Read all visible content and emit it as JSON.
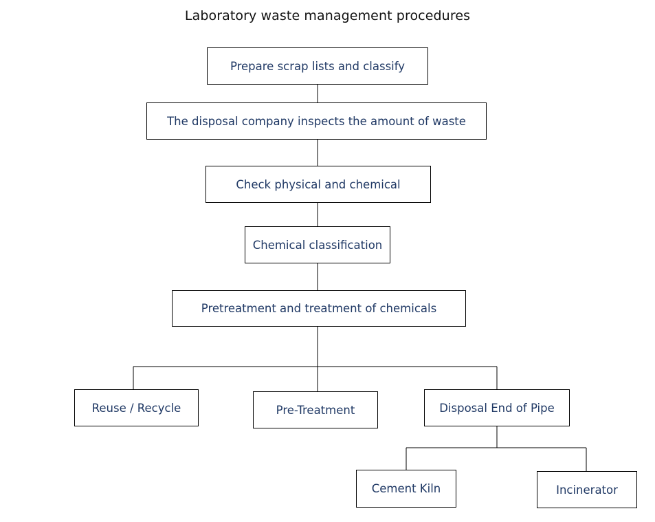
{
  "title": "Laboratory waste management procedures",
  "nodes": {
    "prepare": "Prepare scrap lists and classify",
    "inspect": "The disposal company inspects the amount of waste",
    "check": "Check physical and chemical",
    "classification": "Chemical classification",
    "pretreatment_treatment": "Pretreatment and treatment of chemicals",
    "reuse": "Reuse / Recycle",
    "pre_treatment": "Pre-Treatment",
    "disposal": "Disposal End of Pipe",
    "cement_kiln": "Cement Kiln",
    "incinerator": "Incinerator"
  }
}
